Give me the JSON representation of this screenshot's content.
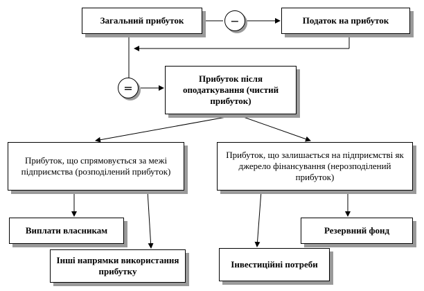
{
  "diagram": {
    "total_profit": "Загальний прибуток",
    "minus_sign": "−",
    "income_tax": "Податок на прибуток",
    "equals_sign": "=",
    "net_profit": "Прибуток після оподаткування (чистий прибуток)",
    "distributed_profit": "Прибуток, що спрямовується за межі підприємства (розподілений прибуток)",
    "retained_profit": "Прибуток, що залишається на підприємстві як джерело фінансування (нерозподілений прибуток)",
    "owner_payments": "Виплати власникам",
    "other_uses": "Інші напрямки використання прибутку",
    "reserve_fund": "Резервний фонд",
    "investment_needs": "Інвестиційні потреби"
  }
}
